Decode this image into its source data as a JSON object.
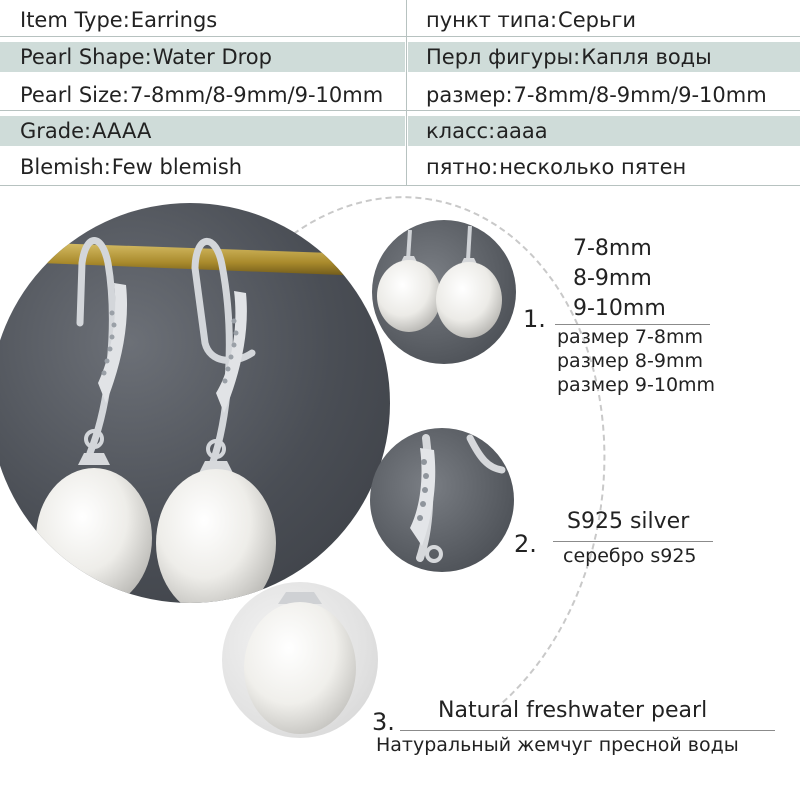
{
  "specs": {
    "left": [
      {
        "label": "Item Type:",
        "value": "Earrings"
      },
      {
        "label": "Pearl Shape:",
        "value": "Water Drop"
      },
      {
        "label": "Pearl Size:",
        "value": "7-8mm/8-9mm/9-10mm"
      },
      {
        "label": "Grade:",
        "value": "AAAA"
      },
      {
        "label": "Blemish:",
        "value": "Few blemish"
      }
    ],
    "right": [
      {
        "label": "пункт типа:",
        "value": "Серьги"
      },
      {
        "label": "Перл фигуры:",
        "value": "Капля воды"
      },
      {
        "label": "размер:",
        "value": "7-8mm/8-9mm/9-10mm"
      },
      {
        "label": "класс:",
        "value": "аааа"
      },
      {
        "label": "пятно:",
        "value": "несколько пятен"
      }
    ]
  },
  "features": [
    {
      "number": "1.",
      "main": [
        "7-8mm",
        "8-9mm",
        "9-10mm"
      ],
      "sub": [
        "размер 7-8mm",
        "размер 8-9mm",
        "размер 9-10mm"
      ]
    },
    {
      "number": "2.",
      "main": [
        "S925 silver"
      ],
      "sub": [
        "серебро s925"
      ]
    },
    {
      "number": "3.",
      "main": [
        "Natural freshwater pearl"
      ],
      "sub": [
        "Натуральный жемчуг пресной воды"
      ]
    }
  ],
  "colors": {
    "row_shade": "#cfdcd9",
    "pearl": "#f2f1ee",
    "silver": "#c9ccd0",
    "bamboo": "#b89a3a"
  }
}
